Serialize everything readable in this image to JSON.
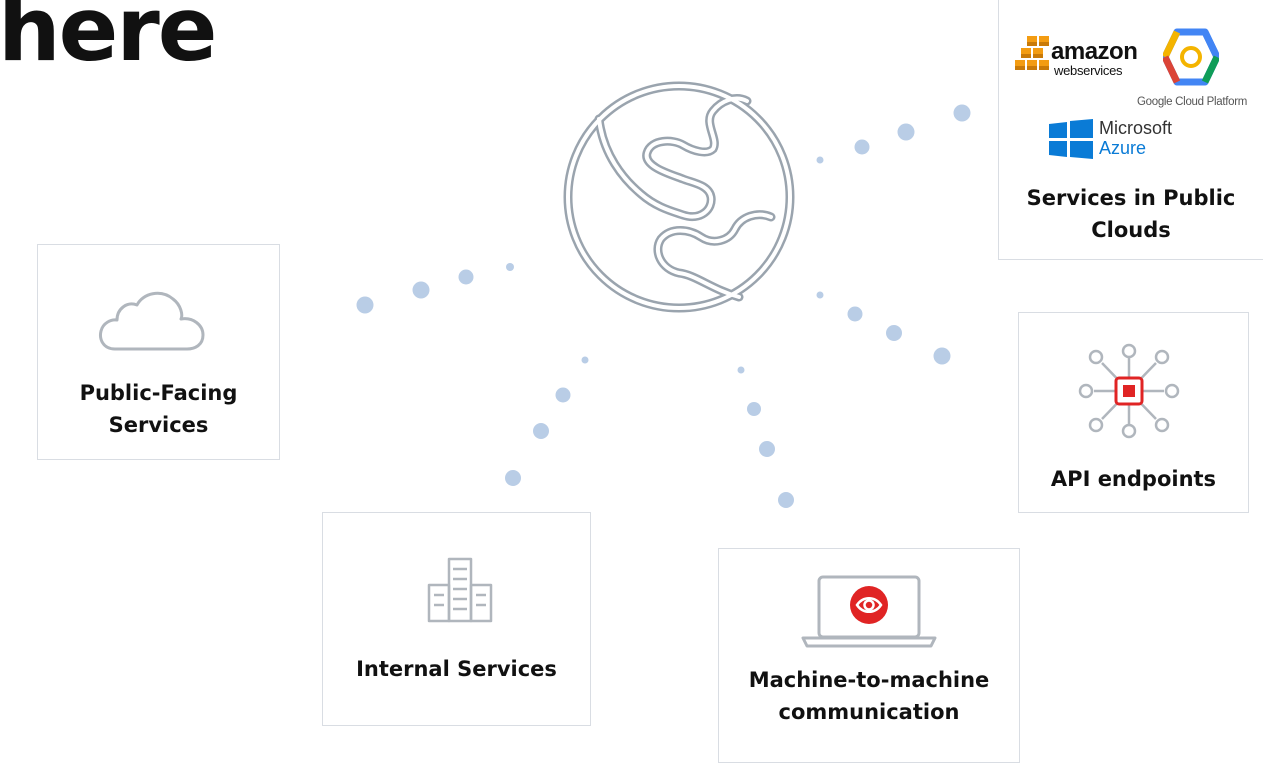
{
  "title": "here",
  "nodes": {
    "public_facing": {
      "label_line1": "Public-Facing",
      "label_line2": "Services",
      "icon": "cloud-icon"
    },
    "internal": {
      "label": "Internal Services",
      "icon": "building-icon"
    },
    "m2m": {
      "label_line1": "Machine-to-machine",
      "label_line2": "communication",
      "icon": "laptop-eye-icon"
    },
    "api": {
      "label": "API endpoints",
      "icon": "network-hub-icon"
    },
    "clouds": {
      "label_line1": "Services in Public",
      "label_line2": "Clouds",
      "aws_name": "amazon",
      "aws_sub": "webservices",
      "gcp_name": "Google Cloud Platform",
      "azure_line1": "Microsoft",
      "azure_line2": "Azure"
    }
  },
  "center_icon": "globe-icon",
  "colors": {
    "dot": "#b9cde6",
    "icon_stroke": "#b0b6bd",
    "globe_stroke": "#9aa4ae",
    "accent_red": "#e02424",
    "azure_blue": "#0a7bd6",
    "aws_orange": "#f39c12",
    "card_border": "#d9dde3"
  }
}
